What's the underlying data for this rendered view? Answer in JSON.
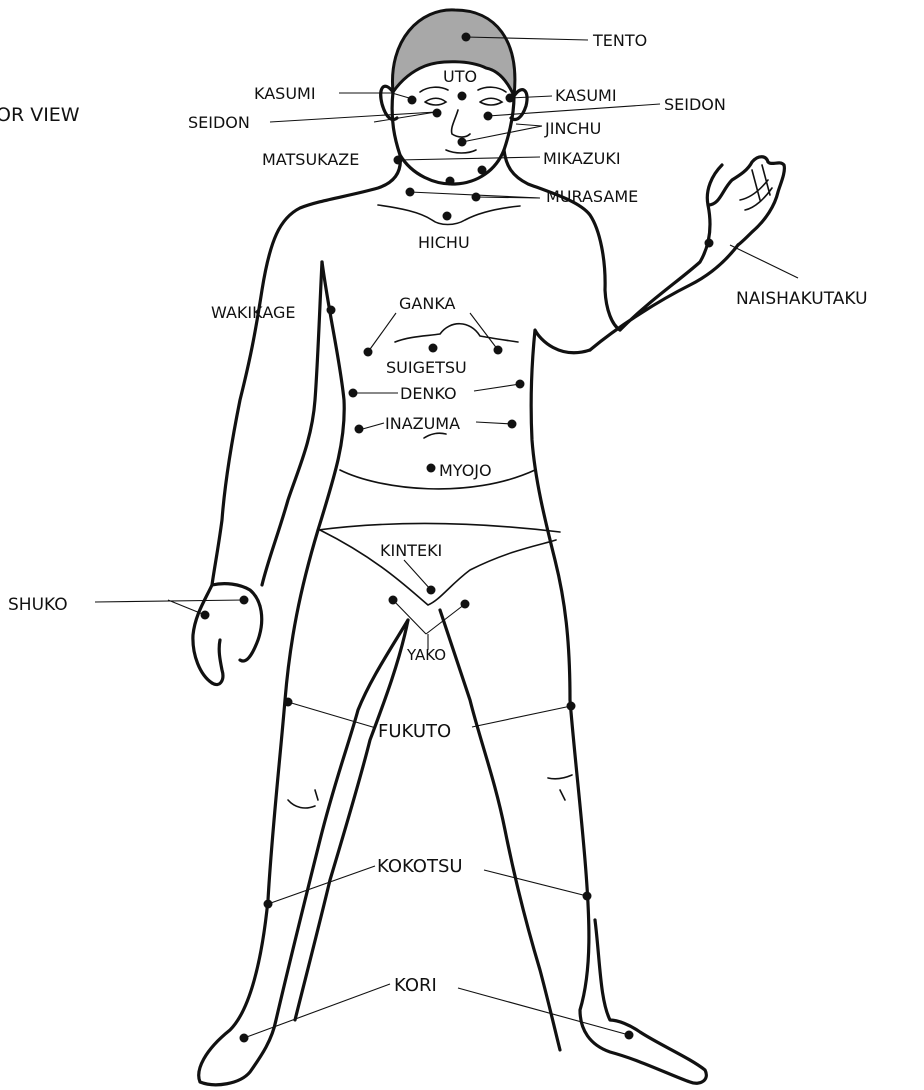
{
  "title_fragment": "OR VIEW",
  "labels": {
    "tento": "TENTO",
    "uto": "UTO",
    "kasumi_left": "KASUMI",
    "kasumi_right": "KASUMI",
    "seidon_left": "SEIDON",
    "seidon_right": "SEIDON",
    "jinchu": "JINCHU",
    "matsukaze": "MATSUKAZE",
    "mikazuki": "MIKAZUKI",
    "murasame": "MURASAME",
    "hichu": "HICHU",
    "naishakutaku": "NAISHAKUTAKU",
    "wakikage": "WAKIKAGE",
    "ganka": "GANKA",
    "suigetsu": "SUIGETSU",
    "denko": "DENKO",
    "inazuma": "INAZUMA",
    "myojo": "MYOJO",
    "kinteki": "KINTEKI",
    "shuko": "SHUKO",
    "yako": "YAKO",
    "fukuto": "FUKUTO",
    "kokotsu": "KOKOTSU",
    "kori": "KORI"
  },
  "colors": {
    "ink": "#111111",
    "hair": "#a8a8a8",
    "background": "#ffffff"
  }
}
